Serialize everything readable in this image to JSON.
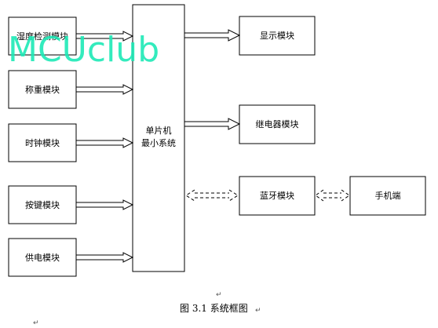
{
  "diagram": {
    "modules": {
      "humidity": "湿度检测模块",
      "weighing": "称重模块",
      "clock": "时钟模块",
      "keys": "按键模块",
      "power": "供电模块",
      "mcu_line1": "单片机",
      "mcu_line2": "最小系统",
      "display": "显示模块",
      "relay": "继电器模块",
      "bluetooth": "蓝牙模块",
      "phone": "手机端"
    },
    "watermark": "MCUclub",
    "caption": "图 3.1 系统框图",
    "colors": {
      "line": "#000000",
      "watermark": "#1de9b6"
    }
  }
}
